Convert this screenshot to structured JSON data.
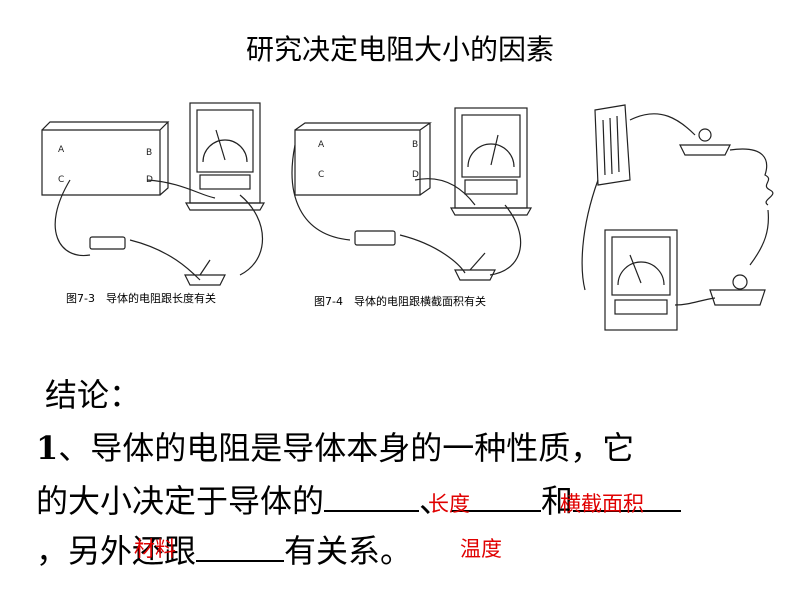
{
  "title": "研究决定电阻大小的因素",
  "figure1": {
    "caption": "图7-3　导体的电阻跟长度有关",
    "terminals": [
      "A",
      "B",
      "C",
      "D"
    ]
  },
  "figure2": {
    "caption": "图7-4　导体的电阻跟横截面积有关",
    "terminals": [
      "A",
      "B",
      "C",
      "D"
    ]
  },
  "conclusion_label": "结论：",
  "line1": {
    "num": "1",
    "text": "、导体的电阻是导体本身的一种性质，它"
  },
  "line2": {
    "part1": "的大小决定于导体的",
    "sep1": "、",
    "sep2": "和"
  },
  "line3": {
    "part1": "，另外还跟",
    "part2": "有关系。"
  },
  "answers": {
    "length": "长度",
    "area": "横截面积",
    "material": "材料",
    "temperature": "温度"
  }
}
